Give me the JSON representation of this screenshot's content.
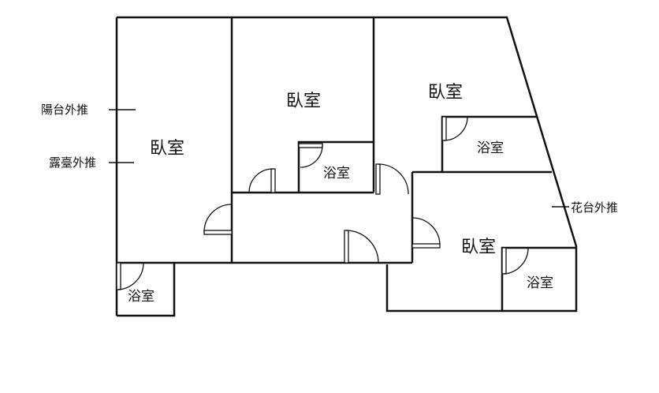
{
  "rooms": {
    "bedroom_left": "臥室",
    "bedroom_center": "臥室",
    "bedroom_right_top": "臥室",
    "bedroom_right_bottom": "臥室",
    "bath_center": "浴室",
    "bath_right_top": "浴室",
    "bath_bottom_left": "浴室",
    "bath_bottom_right": "浴室"
  },
  "annotations": {
    "balcony": "陽台外推",
    "terrace": "露臺外推",
    "planter": "花台外推"
  },
  "colors": {
    "line": "#111111",
    "background": "#ffffff"
  }
}
